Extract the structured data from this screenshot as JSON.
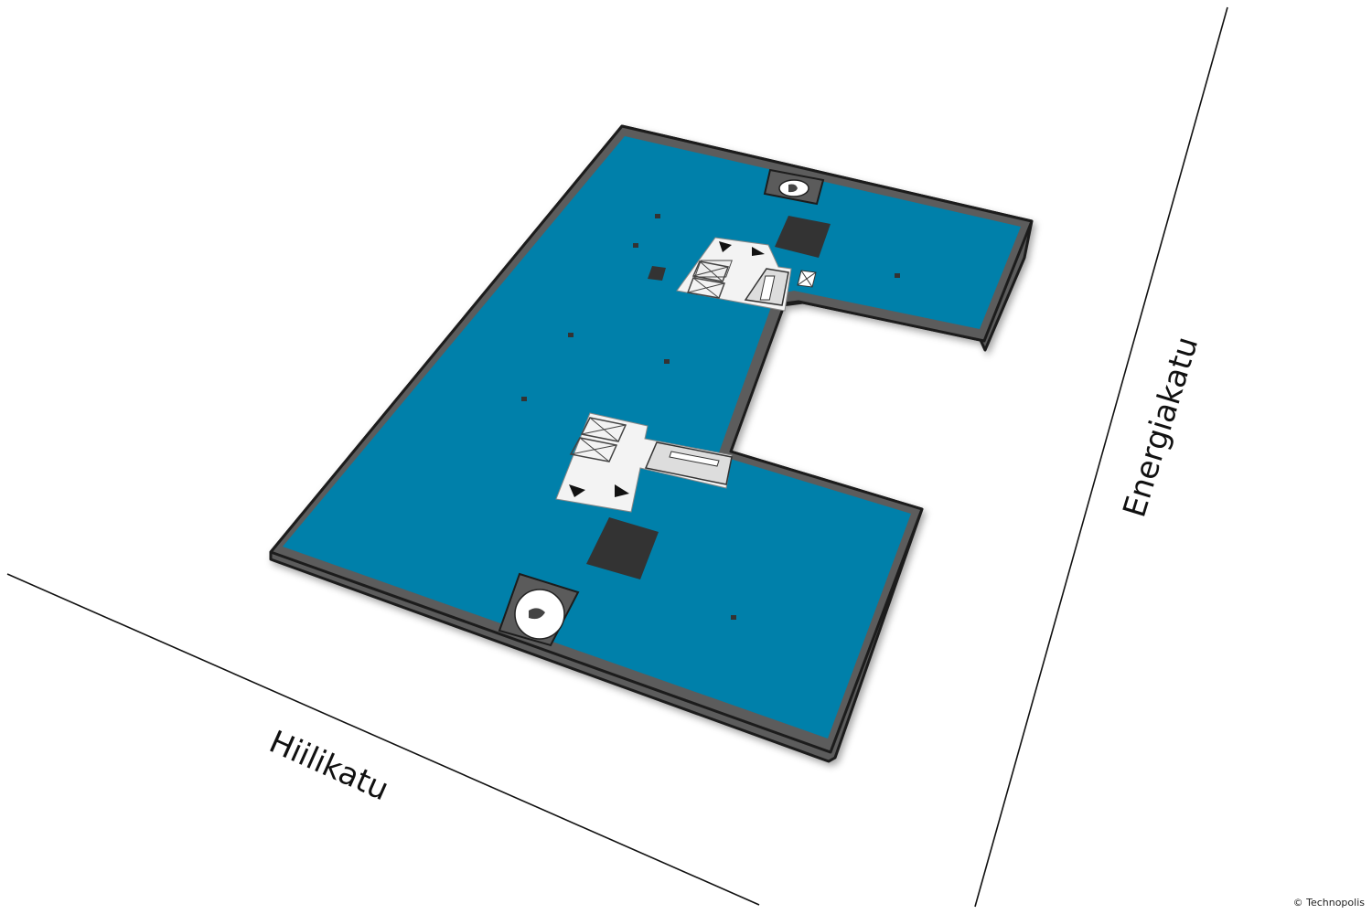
{
  "streets": {
    "south": "Hiilikatu",
    "east": "Energiakatu"
  },
  "copyright": "© Technopolis",
  "colors": {
    "floor": "#0080aa",
    "wall": "#5b5b5b",
    "wall_edge": "#1c1c1c",
    "core": "#f3f3f3",
    "shaft": "#333333",
    "background": "#ffffff"
  },
  "icons": [
    "elevator-icon",
    "stairs-icon",
    "escalator-arrow-icon",
    "duct-shaft-icon"
  ]
}
